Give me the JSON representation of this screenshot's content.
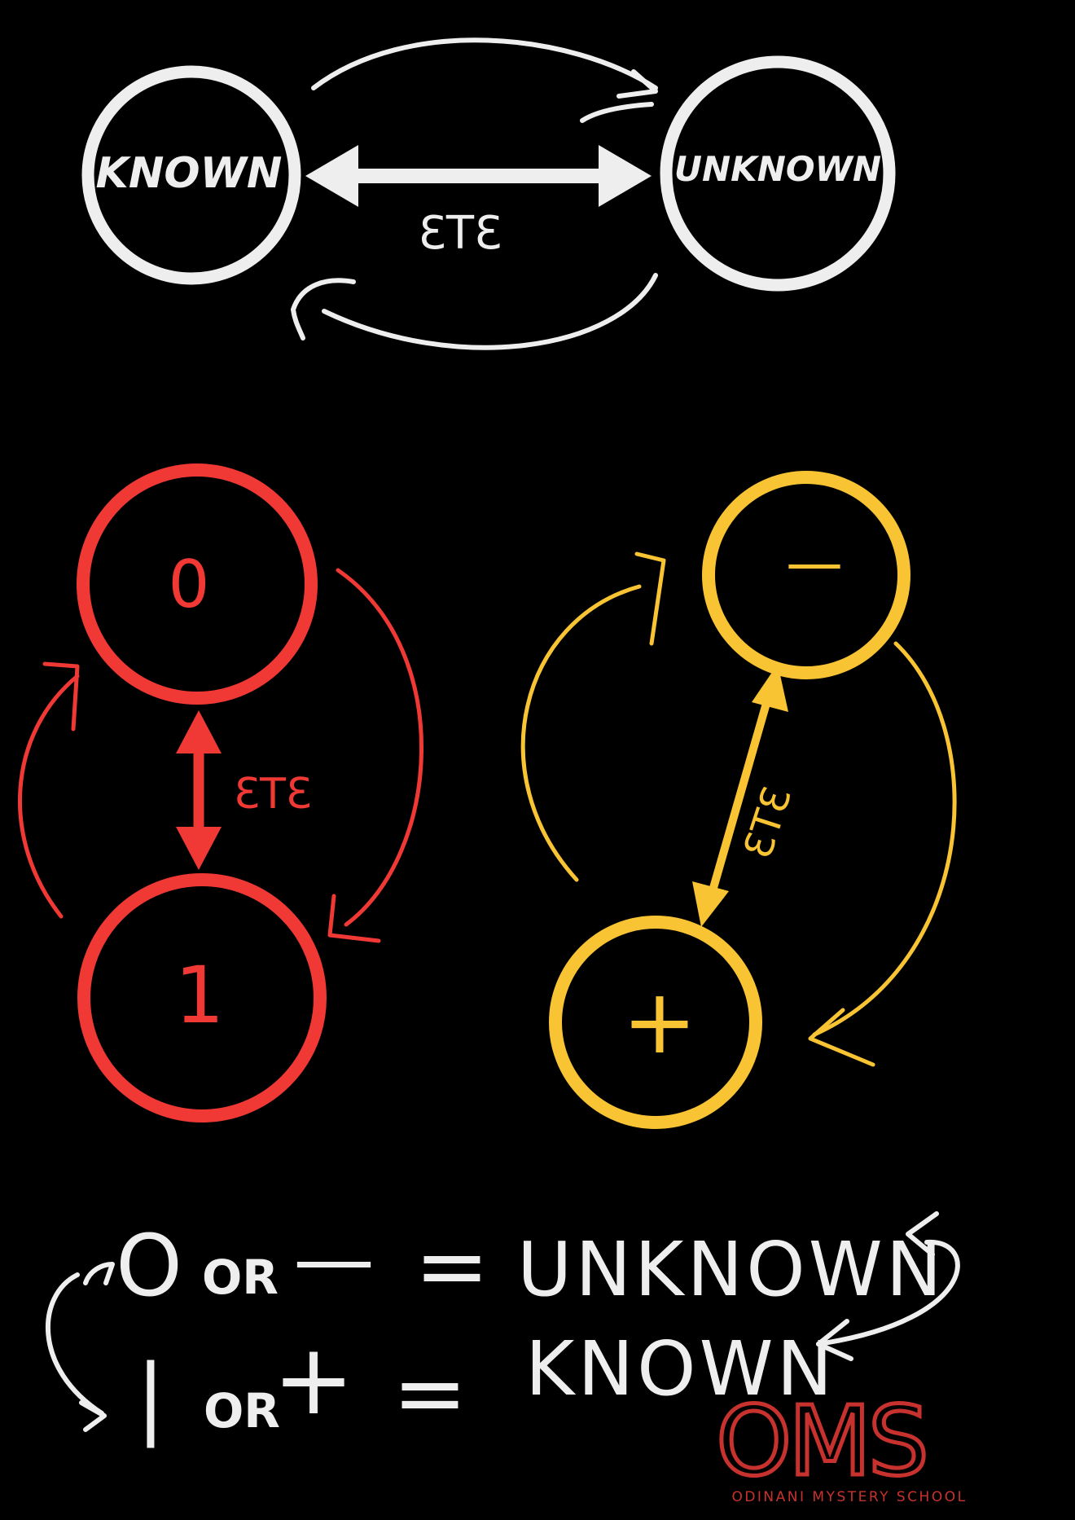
{
  "colors": {
    "background": "#000000",
    "white": "#eeeeee",
    "red": "#f03834",
    "yellow": "#f9c433",
    "logo": "#c8322e"
  },
  "top_diagram": {
    "left_node": "KNOWN",
    "right_node": "UNKNOWN",
    "arrow_label": "ƐTƐ"
  },
  "red_diagram": {
    "top_node": "0",
    "bottom_node": "1",
    "arrow_label": "ƐTƐ"
  },
  "yellow_diagram": {
    "top_node": "—",
    "bottom_node": "+",
    "arrow_label": "ƐTƐ"
  },
  "legend": {
    "line1": {
      "symbol_a": "O",
      "or": "OR",
      "symbol_b": "—",
      "equals": "=",
      "meaning": "UNKNOWN"
    },
    "line2": {
      "symbol_a": "|",
      "or": "OR",
      "symbol_b": "+",
      "equals": "=",
      "meaning": "KNOWN"
    }
  },
  "logo": {
    "mark": "OMS",
    "tagline": "ODINANI MYSTERY SCHOOL"
  }
}
